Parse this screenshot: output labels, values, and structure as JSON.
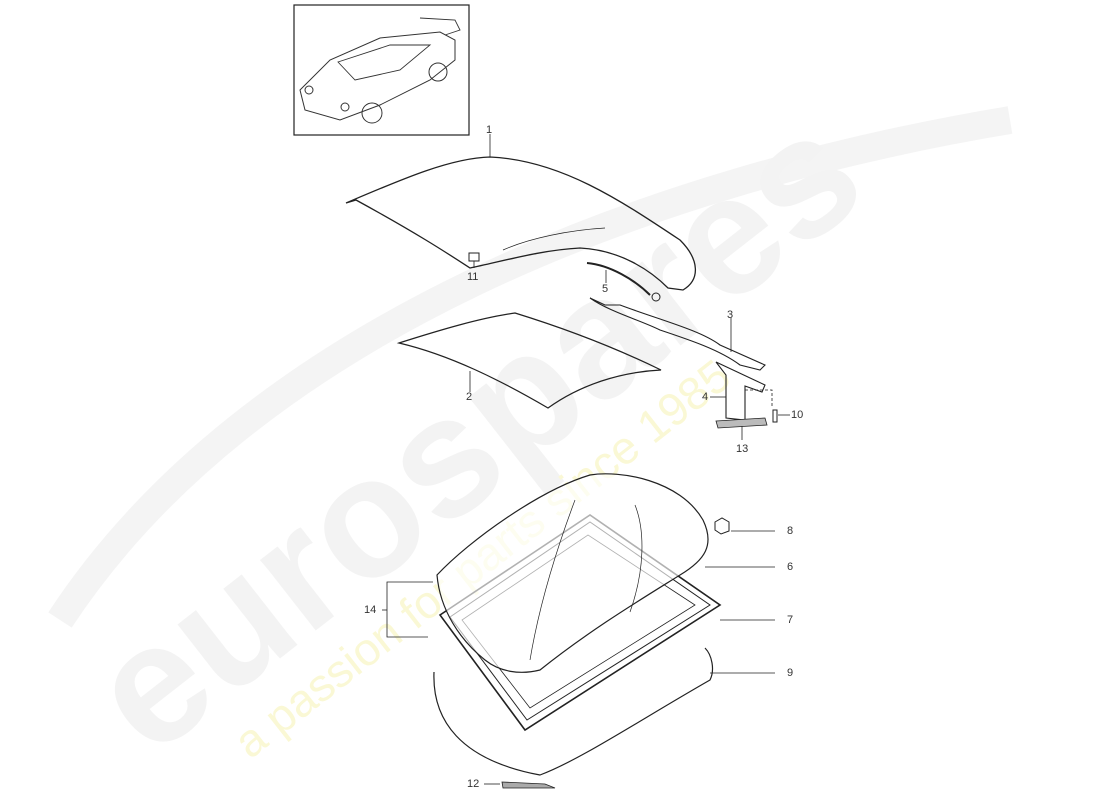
{
  "diagram": {
    "type": "exploded-parts-diagram",
    "subject": "Sliding roof / sunroof assembly",
    "thumbnail": {
      "depicts": "sports coupe car (overview)"
    },
    "watermark": {
      "brand": "eurospares",
      "tagline": "a passion for parts since 1985",
      "brand_color": "#e8e8e8",
      "tagline_color": "#f5f3a6"
    },
    "callouts": [
      {
        "id": "1",
        "label": "1",
        "part": "roof panel"
      },
      {
        "id": "2",
        "label": "2",
        "part": "roof liner"
      },
      {
        "id": "3",
        "label": "3",
        "part": "trim strip"
      },
      {
        "id": "4",
        "label": "4",
        "part": "bracket"
      },
      {
        "id": "5",
        "label": "5",
        "part": "guide rail"
      },
      {
        "id": "6",
        "label": "6",
        "part": "glass lid"
      },
      {
        "id": "7",
        "label": "7",
        "part": "frame"
      },
      {
        "id": "8",
        "label": "8",
        "part": "clip"
      },
      {
        "id": "9",
        "label": "9",
        "part": "seal"
      },
      {
        "id": "10",
        "label": "10",
        "part": "bolt"
      },
      {
        "id": "11",
        "label": "11",
        "part": "clip"
      },
      {
        "id": "12",
        "label": "12",
        "part": "drain hose strip"
      },
      {
        "id": "13",
        "label": "13",
        "part": "seal strip"
      },
      {
        "id": "14",
        "label": "14",
        "part": "assembly set (6+7)"
      }
    ]
  }
}
